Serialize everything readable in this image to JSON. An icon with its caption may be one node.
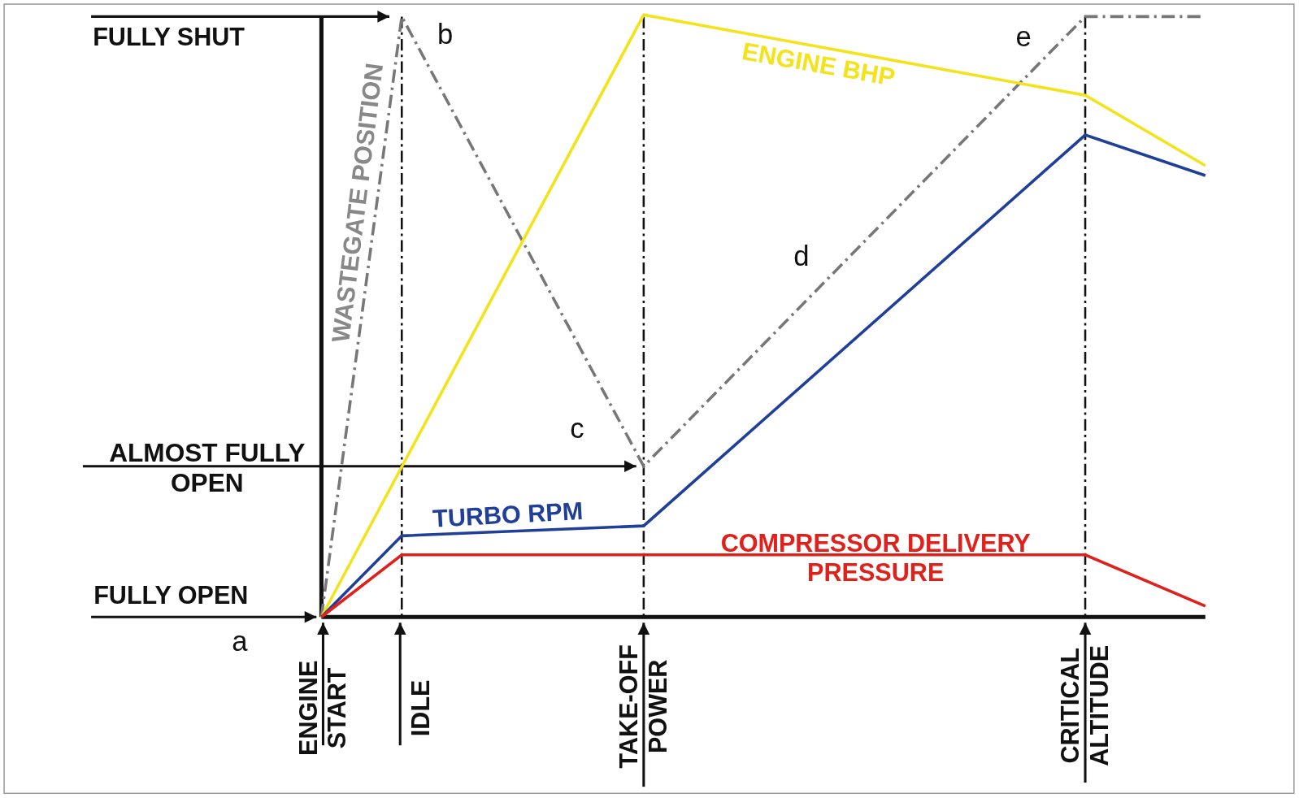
{
  "diagram": {
    "labels": [
      "FULLY SHUT",
      "b",
      "WASTEGATE POSITION",
      "ENGINE BHP",
      "e",
      "d",
      "c",
      "ALMOST FULLY OPEN",
      "TURBO RPM",
      "COMPRESSOR DELIVERY PRESSURE",
      "FULLY OPEN",
      "a",
      "ENGINE START",
      "IDLE",
      "TAKE-OFF POWER",
      "CRITICAL ALTITUDE"
    ]
  }
}
